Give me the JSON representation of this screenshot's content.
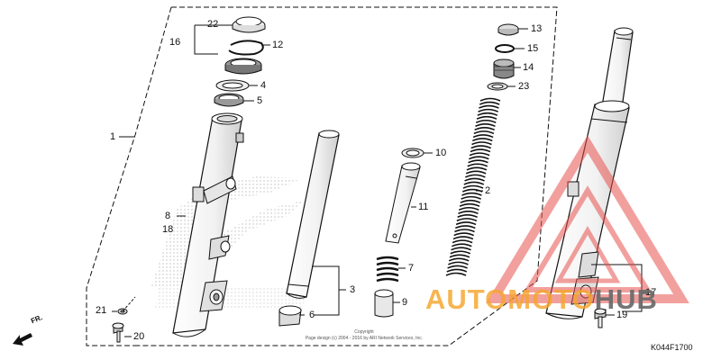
{
  "diagram": {
    "code": "K044F1700",
    "front_indicator": "FR.",
    "copyright_lines": [
      "Copyright",
      "Page design (c) 2004 - 2016 by ARI Network Services, Inc."
    ],
    "watermark": {
      "part_a": "AUTOMOTO",
      "part_b": "HUB",
      "color_a": "#f5a62d",
      "color_b": "#6a6a6a",
      "emblem_color": "#e8534f"
    },
    "callouts": [
      {
        "id": "c22",
        "text": "22"
      },
      {
        "id": "c16",
        "text": "16"
      },
      {
        "id": "c12",
        "text": "12"
      },
      {
        "id": "c4",
        "text": "4"
      },
      {
        "id": "c5",
        "text": "5"
      },
      {
        "id": "c1",
        "text": "1"
      },
      {
        "id": "c8",
        "text": "8"
      },
      {
        "id": "c18",
        "text": "18"
      },
      {
        "id": "c3",
        "text": "3"
      },
      {
        "id": "c6",
        "text": "6"
      },
      {
        "id": "c10",
        "text": "10"
      },
      {
        "id": "c11",
        "text": "11"
      },
      {
        "id": "c7",
        "text": "7"
      },
      {
        "id": "c9",
        "text": "9"
      },
      {
        "id": "c13",
        "text": "13"
      },
      {
        "id": "c15",
        "text": "15"
      },
      {
        "id": "c14",
        "text": "14"
      },
      {
        "id": "c23",
        "text": "23"
      },
      {
        "id": "c2",
        "text": "2"
      },
      {
        "id": "c17",
        "text": "17"
      },
      {
        "id": "c19",
        "text": "19"
      },
      {
        "id": "c21",
        "text": "21"
      },
      {
        "id": "c20",
        "text": "20"
      }
    ]
  }
}
